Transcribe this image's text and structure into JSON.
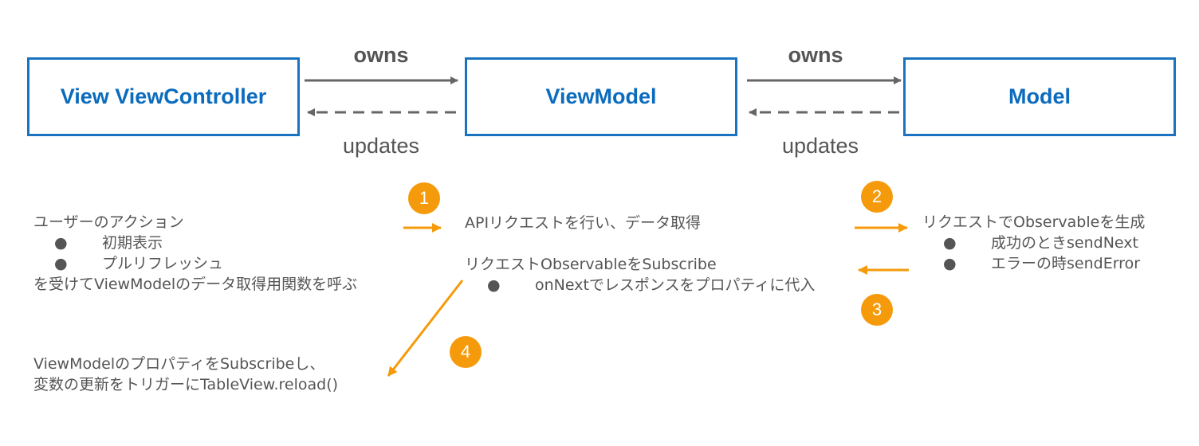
{
  "boxes": {
    "view": "View ViewController",
    "viewmodel": "ViewModel",
    "model": "Model"
  },
  "relations": {
    "owns_1": "owns",
    "updates_1": "updates",
    "owns_2": "owns",
    "updates_2": "updates"
  },
  "steps": {
    "badge_1": "1",
    "badge_2": "2",
    "badge_3": "3",
    "badge_4": "4"
  },
  "view_action": {
    "title": "ユーザーのアクション",
    "bullet_symbol": "●",
    "items": [
      "初期表示",
      "プルリフレッシュ"
    ],
    "footer": "を受けてViewModelのデータ取得用関数を呼ぶ"
  },
  "viewmodel_request": "APIリクエストを行い、データ取得",
  "viewmodel_subscribe": {
    "title": "リクエストObservableをSubscribe",
    "bullet_symbol": "●",
    "item": "onNextでレスポンスをプロパティに代入"
  },
  "model_text": {
    "title": "リクエストでObservableを生成",
    "bullet_symbol": "●",
    "items": [
      "成功のときsendNext",
      "エラーの時sendError"
    ]
  },
  "bottom_text": {
    "line1": "ViewModelのプロパティをSubscribeし、",
    "line2": "変数の更新をトリガーにTableView.reload()"
  },
  "colors": {
    "box_border": "#1a73be",
    "box_text": "#0b6bbd",
    "arrow_gray": "#666666",
    "accent_orange": "#f59b0b",
    "text_gray": "#555555"
  }
}
